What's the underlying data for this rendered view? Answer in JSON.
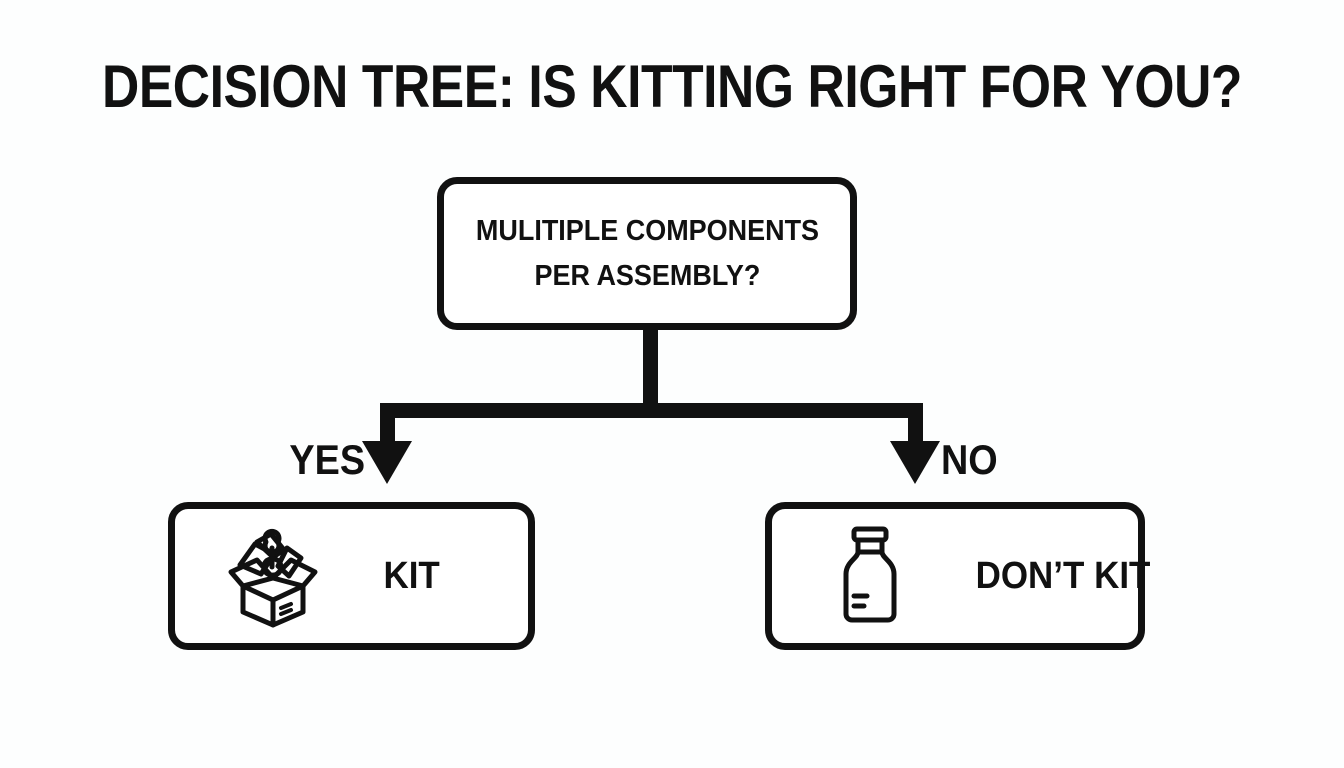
{
  "page": {
    "title": "DECISION TREE: IS KITTING RIGHT FOR YOU?",
    "background_color": "#fdfefe",
    "ink_color": "#111111"
  },
  "diagram": {
    "type": "decision-tree",
    "decision": {
      "id": "multiple-components",
      "line1": "MULITIPLE COMPONENTS",
      "line2": "PER ASSEMBLY?"
    },
    "branches": [
      {
        "id": "yes-branch",
        "label": "YES",
        "side": "left",
        "target": "kit"
      },
      {
        "id": "no-branch",
        "label": "NO",
        "side": "right",
        "target": "dont-kit"
      }
    ],
    "outcomes": [
      {
        "id": "kit",
        "label": "KIT",
        "icon": "open-box-with-parts-icon"
      },
      {
        "id": "dont-kit",
        "label": "DON’T KIT",
        "icon": "bottle-icon"
      }
    ]
  }
}
